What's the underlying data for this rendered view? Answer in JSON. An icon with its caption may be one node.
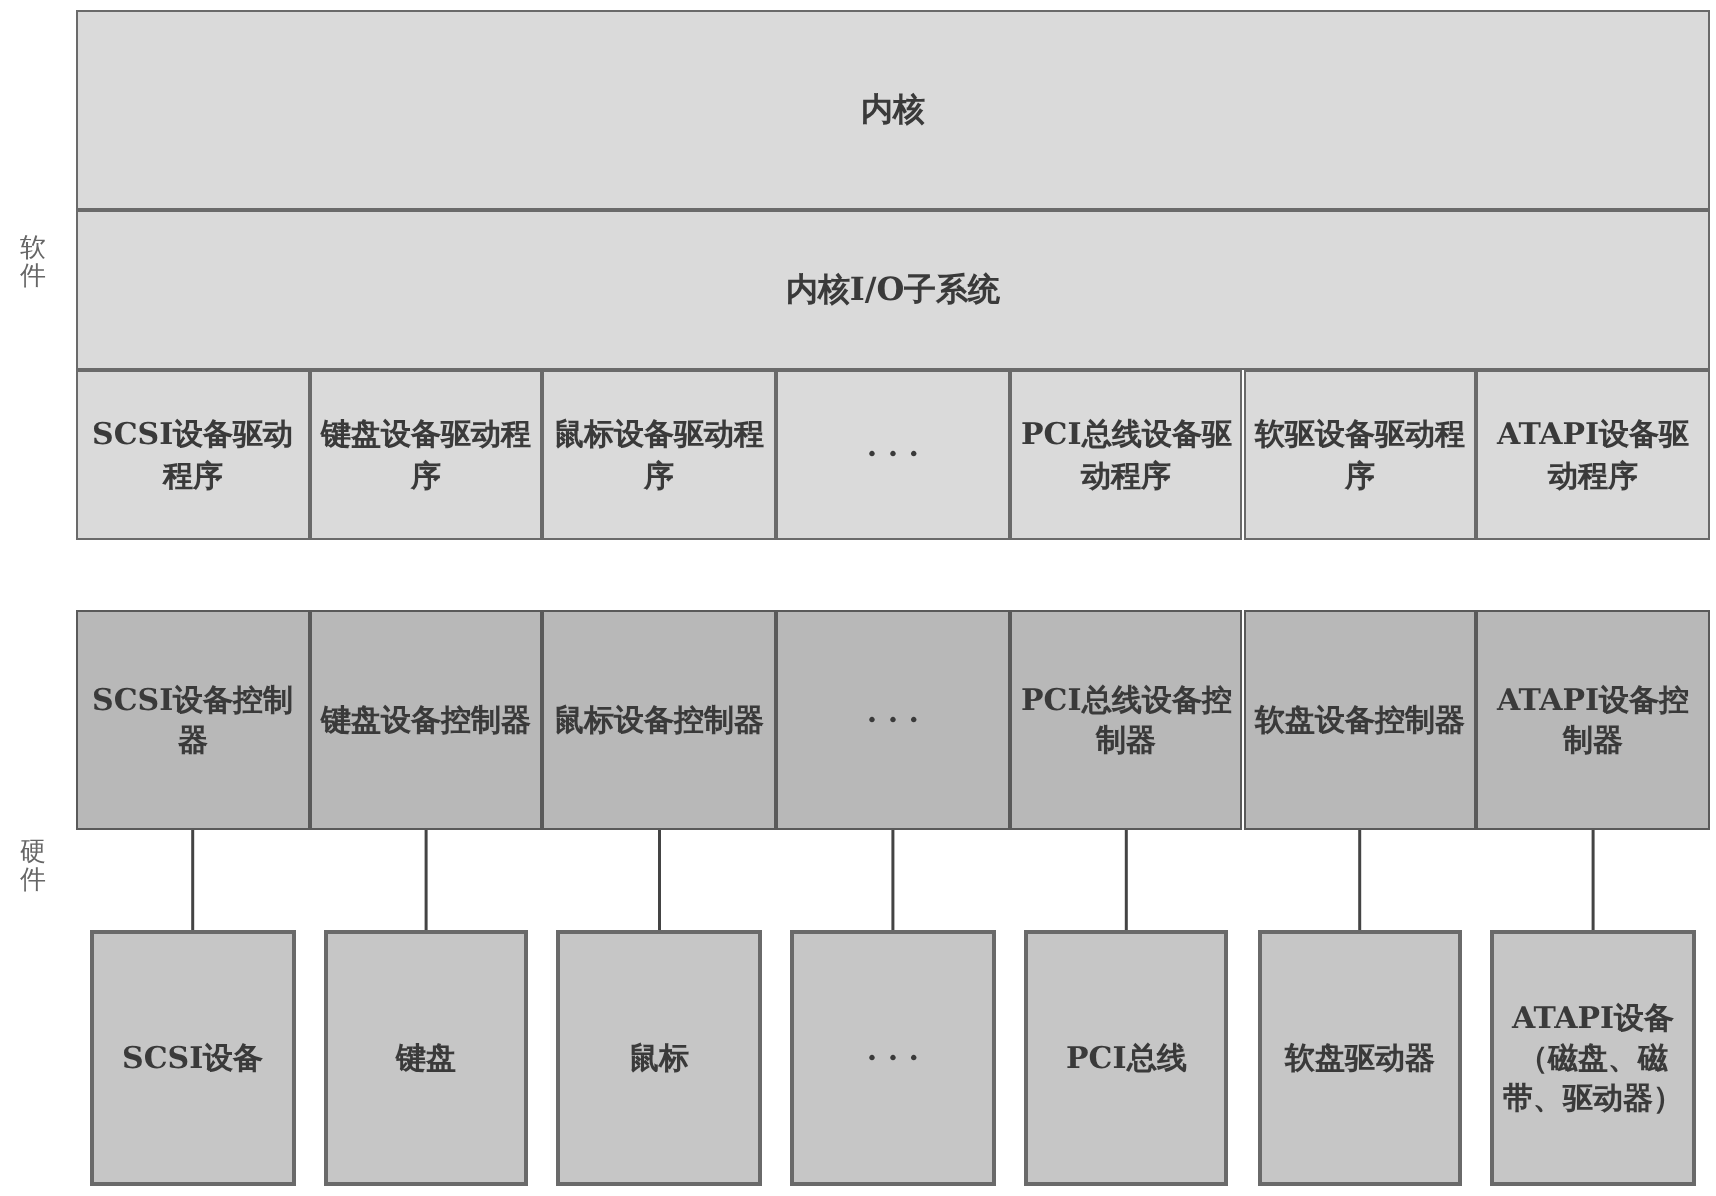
{
  "diagram": {
    "nodes": [
      {
        "text": [
          "内核"
        ]
      },
      {
        "text": [
          "内核I/O子系统"
        ]
      },
      {
        "text": [
          "SCSI设备驱动程序"
        ]
      },
      {
        "text": [
          "键盘设备驱动程序"
        ]
      },
      {
        "text": [
          "鼠标设备驱动程序"
        ]
      },
      {
        "text": [
          "· · ·"
        ]
      },
      {
        "text": [
          "PCI总线设备驱动程序"
        ]
      },
      {
        "text": [
          "软驱设备驱动程序"
        ]
      },
      {
        "text": [
          "ATAPI设备驱动程序"
        ]
      },
      {
        "text": [
          "SCSI设备控制器"
        ]
      },
      {
        "text": [
          "键盘设备控制器"
        ]
      },
      {
        "text": [
          "鼠标设备控制器"
        ]
      },
      {
        "text": [
          "· · ·"
        ]
      },
      {
        "text": [
          "PCI总线设备控制器"
        ]
      },
      {
        "text": [
          "软盘设备控制器"
        ]
      },
      {
        "text": [
          "ATAPI设备控制器"
        ]
      },
      {
        "text": [
          "SCSI设备"
        ]
      },
      {
        "text": [
          "键盘"
        ]
      },
      {
        "text": [
          "鼠标"
        ]
      },
      {
        "text": [
          "· · ·"
        ]
      },
      {
        "text": [
          "PCI总线"
        ]
      },
      {
        "text": [
          "软盘驱动器"
        ]
      },
      {
        "text": [
          "ATAPI设备（磁盘、磁带、驱动器）"
        ]
      }
    ],
    "edges": [
      {
        "from": 9,
        "to": 16,
        "arrow": "none"
      },
      {
        "from": 10,
        "to": 17,
        "arrow": "none"
      },
      {
        "from": 11,
        "to": 18,
        "arrow": "none"
      },
      {
        "from": 12,
        "to": 19,
        "arrow": "none"
      },
      {
        "from": 13,
        "to": 20,
        "arrow": "none"
      },
      {
        "from": 14,
        "to": 21,
        "arrow": "none"
      },
      {
        "from": 15,
        "to": 22,
        "arrow": "none"
      }
    ],
    "labels": [
      "软件",
      "硬件"
    ]
  }
}
